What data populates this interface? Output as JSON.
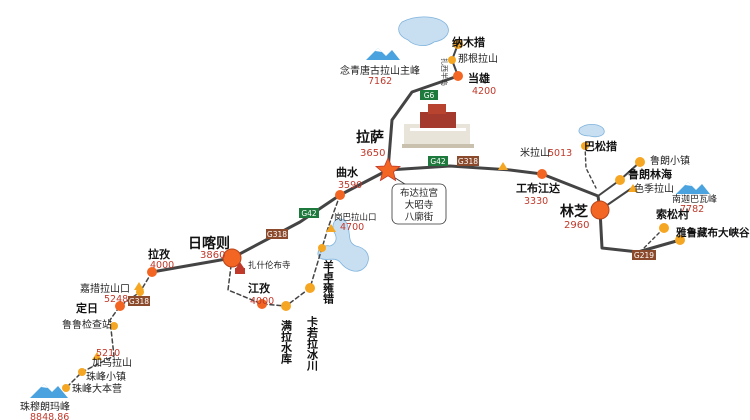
{
  "cities": {
    "lhasa": {
      "name": "拉萨",
      "alt": "3650"
    },
    "shigatse": {
      "name": "日喀则",
      "alt": "3860"
    },
    "nyingchi": {
      "name": "林芝",
      "alt": "2960"
    }
  },
  "places": {
    "namtso": "纳木措",
    "nagenla": "那根拉山",
    "zhaxi": "扎西半岛",
    "nyenchen": {
      "name": "念青唐古拉山主峰",
      "alt": "7162"
    },
    "damxung": {
      "name": "当雄",
      "alt": "4200"
    },
    "qushui": {
      "name": "曲水",
      "alt": "3590"
    },
    "gambala": {
      "name": "岗巴拉山口",
      "alt": "4700"
    },
    "yamdrok": "羊卓雍错",
    "karuola": "卡若拉冰川",
    "manla": "满拉水库",
    "gyantse": {
      "name": "江孜",
      "alt": "4000"
    },
    "lhatse": {
      "name": "拉孜",
      "alt": "4000"
    },
    "jiacuola": {
      "name": "嘉措拉山口",
      "alt": "5248"
    },
    "tingri": "定日",
    "checkpoint": "鲁鲁检查站",
    "gawula": {
      "name": "加乌拉山",
      "alt": "5210"
    },
    "everest_town": "珠峰小镇",
    "base_camp": "珠峰大本营",
    "everest": {
      "name": "珠穆朗玛峰",
      "alt": "8848.86"
    },
    "tashilhunpo": "扎什伦布寺",
    "milha": {
      "name": "米拉山",
      "alt": "5013"
    },
    "gongbo": {
      "name": "工布江达",
      "alt": "3330"
    },
    "basong": "巴松措",
    "lulang_town": "鲁朗小镇",
    "lulang_forest": "鲁朗林海",
    "sejila": "色季拉山",
    "namcha": {
      "name": "南迦巴瓦峰",
      "alt": "7782"
    },
    "suosong": "索松村",
    "yarlung": "雅鲁藏布大峡谷"
  },
  "callout": [
    "布达拉宫",
    "大昭寺",
    "八廓街"
  ],
  "roads": {
    "g6": "G6",
    "g318a": "G318",
    "g318b": "G318",
    "g318c": "G318",
    "g42a": "G42",
    "g42b": "G42",
    "g219": "G219"
  },
  "colors": {
    "road": "#444444",
    "poi": "#f5a623",
    "city": "#f26522",
    "highway": "#1e7a3c",
    "national": "#8b4a2b",
    "water": "#c8dff2",
    "altitude": "#c0392b"
  }
}
